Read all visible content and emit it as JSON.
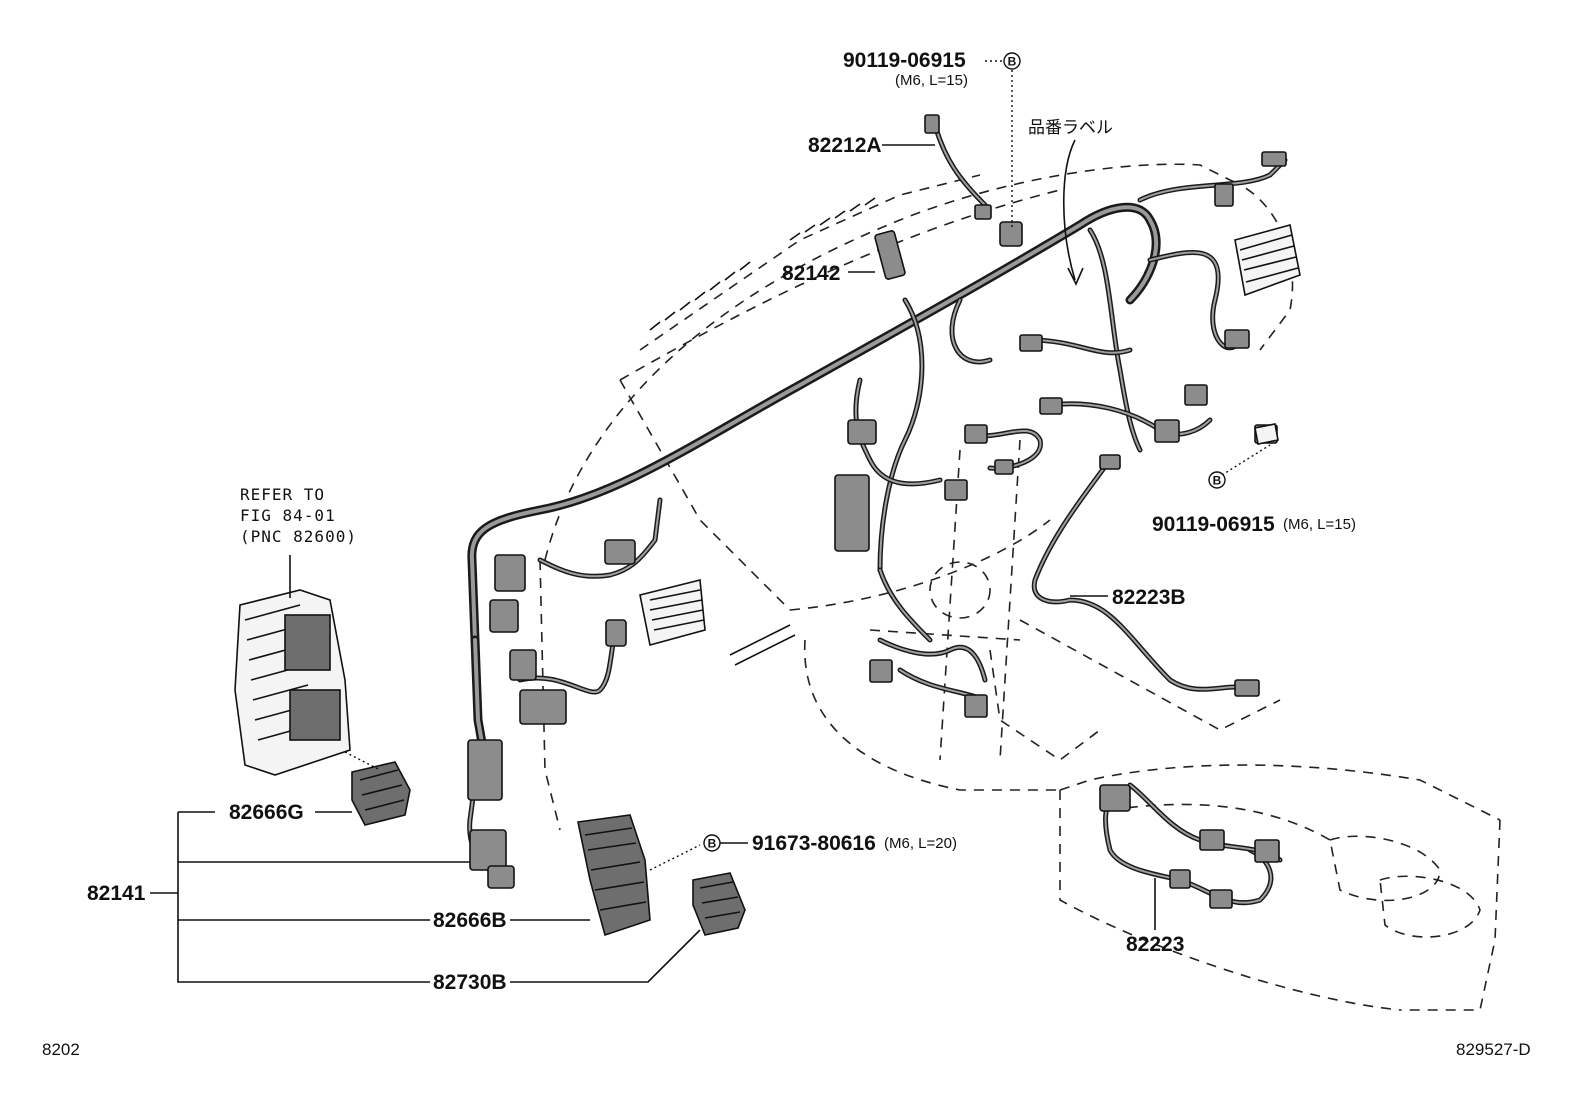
{
  "parts": {
    "p82212A": "82212A",
    "p82142": "82142",
    "p82223B": "82223B",
    "p82223": "82223",
    "p82666G": "82666G",
    "p82141": "82141",
    "p82666B": "82666B",
    "p82730B": "82730B"
  },
  "bolts": {
    "top": {
      "number": "90119-06915",
      "spec": "(M6, L=15)",
      "marker": "B"
    },
    "right": {
      "number": "90119-06915",
      "spec": "(M6, L=15)",
      "marker": "B"
    },
    "lower": {
      "number": "91673-80616",
      "spec": "(M6, L=20)",
      "marker": "B"
    }
  },
  "label_note": "品番ラベル",
  "refer": {
    "line1": "REFER TO",
    "line2": "FIG 84-01",
    "line3": "(PNC 82600)"
  },
  "footer": {
    "left": "8202",
    "right": "829527-D"
  }
}
